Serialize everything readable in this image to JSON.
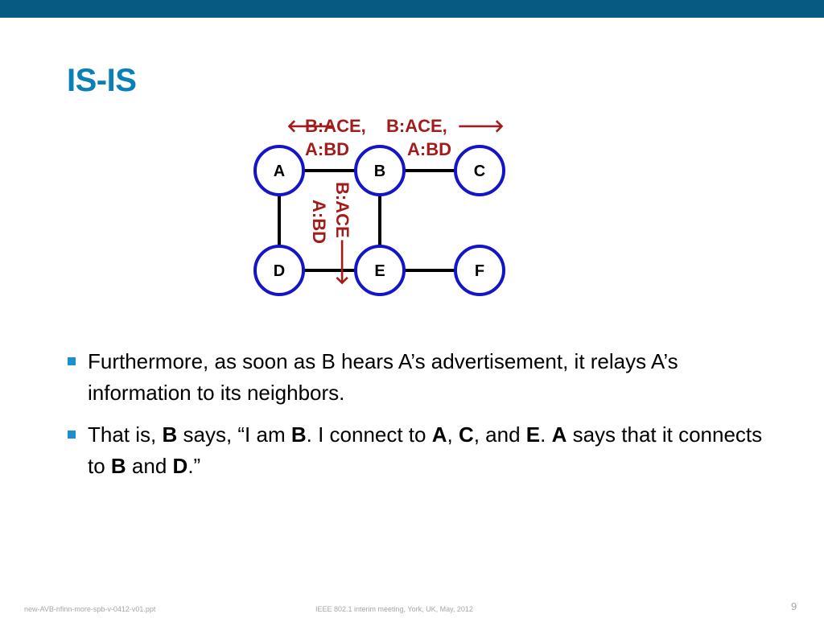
{
  "slide": {
    "title": "IS-IS",
    "footer_left": "new-AVB-nfinn-more-spb-v-0412-v01.ppt",
    "footer_center": "IEEE 802.1 interim meeting, York, UK, May, 2012",
    "page_number": "9"
  },
  "diagram": {
    "nodes": [
      {
        "id": "A",
        "label": "A"
      },
      {
        "id": "B",
        "label": "B"
      },
      {
        "id": "C",
        "label": "C"
      },
      {
        "id": "D",
        "label": "D"
      },
      {
        "id": "E",
        "label": "E"
      },
      {
        "id": "F",
        "label": "F"
      }
    ],
    "edges": [
      {
        "from": "A",
        "to": "B"
      },
      {
        "from": "B",
        "to": "C"
      },
      {
        "from": "A",
        "to": "D"
      },
      {
        "from": "B",
        "to": "E"
      },
      {
        "from": "D",
        "to": "E"
      },
      {
        "from": "E",
        "to": "F"
      }
    ],
    "messages": {
      "to_a_line1": "B:ACE,",
      "to_a_line2": "A:BD",
      "to_c_line1": "B:ACE,",
      "to_c_line2": "A:BD",
      "to_e_line1": "B:ACE",
      "to_e_line2": "A:BD",
      "arrow_left": "🡐",
      "arrow_right": "🡒"
    },
    "colors": {
      "node_border": "#1414c8",
      "edge": "#000000",
      "message": "#a31c1c"
    }
  },
  "bullets": [
    {
      "segments": [
        {
          "text": "Furthermore, as soon as B hears A’s advertisement, it relays A’s information to its neighbors.",
          "bold": false
        }
      ]
    },
    {
      "segments": [
        {
          "text": "That is, ",
          "bold": false
        },
        {
          "text": "B",
          "bold": true
        },
        {
          "text": " says, “I am ",
          "bold": false
        },
        {
          "text": "B",
          "bold": true
        },
        {
          "text": ".  I connect to ",
          "bold": false
        },
        {
          "text": "A",
          "bold": true
        },
        {
          "text": ", ",
          "bold": false
        },
        {
          "text": "C",
          "bold": true
        },
        {
          "text": ", and ",
          "bold": false
        },
        {
          "text": "E",
          "bold": true
        },
        {
          "text": ".  ",
          "bold": false
        },
        {
          "text": "A",
          "bold": true
        },
        {
          "text": " says that it connects to ",
          "bold": false
        },
        {
          "text": "B",
          "bold": true
        },
        {
          "text": " and ",
          "bold": false
        },
        {
          "text": "D",
          "bold": true
        },
        {
          "text": ".”",
          "bold": false
        }
      ]
    }
  ],
  "theme": {
    "top_bar": "#075b82",
    "title": "#0a7fb8",
    "bullet_marker": "#1b8fd0",
    "footer": "#a6a6a6"
  }
}
